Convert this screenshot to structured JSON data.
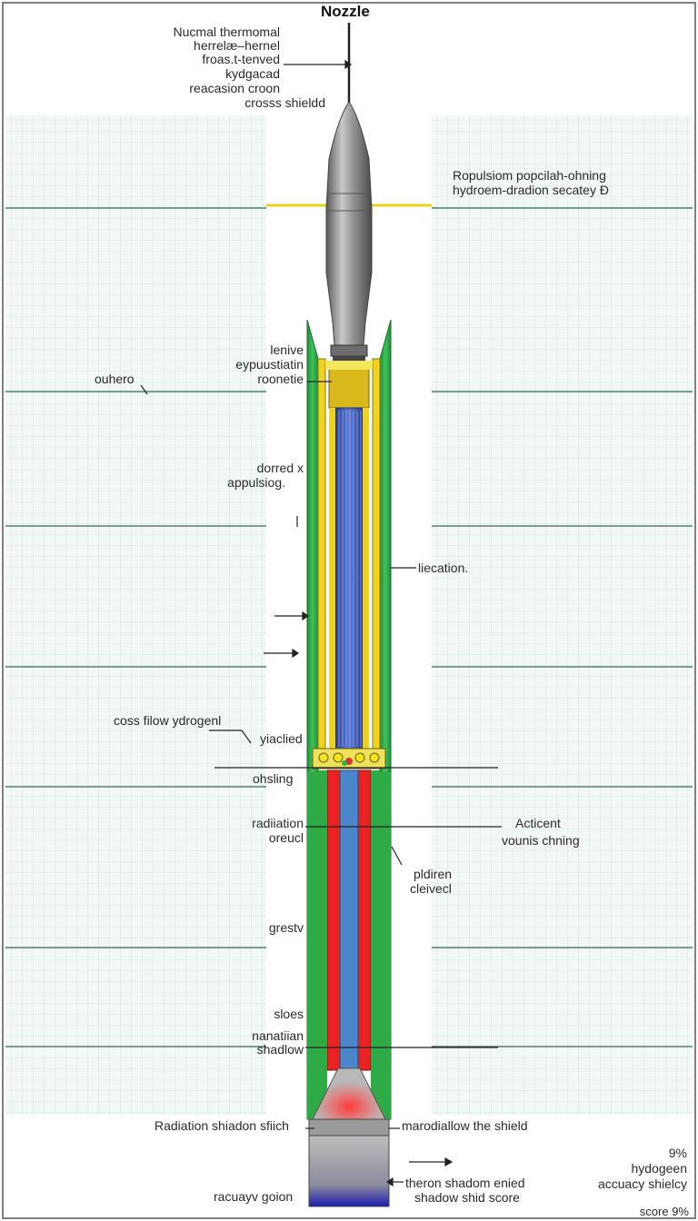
{
  "title": "Nozzle",
  "labels": {
    "top_left": [
      "Nucmal thermomal",
      "herrelæ–hernel",
      "froas.t-tenved",
      "kydgacad",
      "reacasion croon",
      "crosss shieldd"
    ],
    "top_right": [
      "Ropulsiom popcilah-ohning",
      "hydroem-dradion secatey Ð"
    ],
    "ouhero": "ouhero",
    "lenive": [
      "lenive",
      "eypuustiatin",
      "roonetie"
    ],
    "dorred": [
      "dorred x",
      "appulsiog."
    ],
    "lifecation": "liecation.",
    "coss_flow": "coss filow ydrogenl",
    "yiacied": "yiaclied",
    "ohsling": "ohsling",
    "radiation_oreud": [
      "radiiation",
      "oreucl"
    ],
    "acticent": [
      "Acticent",
      "vounis chning"
    ],
    "pldiren": [
      "pldiren",
      "cleivecl"
    ],
    "grestv": "grestv",
    "sloes": [
      "sloes",
      "nanatiian",
      "shadlow"
    ],
    "radiation_shield_left": "Radiation shiadon sfiich",
    "radiation_shield_right": "marodiallow the shield",
    "racuayv": "racuayv goion",
    "theron": [
      "theron shadom enied",
      "shadow shid score"
    ],
    "stats": [
      "9%",
      "hydogeen",
      "accuacy shielcy"
    ],
    "score": "score 9%"
  },
  "colors": {
    "grid_bg": "#f2f8f6",
    "grid_line": "#d7e6e1",
    "band_line": "#2f6a52",
    "outer_shield": "#2eab47",
    "jacket": "#f0d31e",
    "fuel_core": "#3b5bb8",
    "hot_wall": "#ea2222",
    "flow_channel": "#4a86c9",
    "nozzle_gray": "#8a8a8a"
  }
}
